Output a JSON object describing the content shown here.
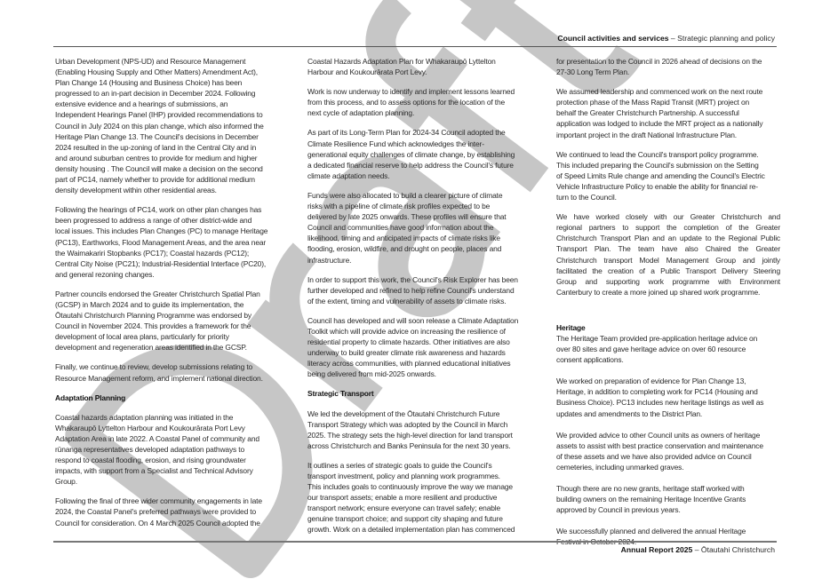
{
  "header": {
    "section": "Council activities and services",
    "separator": " – ",
    "subsection": "Strategic planning and policy"
  },
  "footer": {
    "report": "Annual Report 2025",
    "separator": " – ",
    "place": "Ōtautahi Christchurch"
  },
  "watermark": "Draft",
  "columns": [
    [
      {
        "type": "p",
        "lines": [
          "Urban Development (NPS-UD) and Resource Management",
          "(Enabling Housing Supply and Other Matters) Amendment Act),",
          "Plan Change 14 (Housing and Business Choice) has been",
          "progressed to an in-part decision in December 2024. Following",
          "extensive evidence and a hearings of submissions, an",
          "Independent Hearings Panel (IHP) provided recommendations to",
          "Council in July 2024 on this plan change, which also informed the",
          "Heritage Plan Change 13. The Council's decisions in December",
          "2024 resulted in the up-zoning of land in the Central City and in",
          "and around suburban centres to provide for medium and higher",
          "density housing . The Council will make a decision on the second",
          "part of PC14, namely whether to provide for additional medium",
          "density development within other residential areas."
        ]
      },
      {
        "type": "p",
        "lines": [
          "Following the hearings of PC14, work on other plan changes has",
          "been progressed to address a range of other district-wide and",
          "local issues. This includes Plan Changes (PC) to manage Heritage",
          "(PC13), Earthworks, Flood Management Areas, and the area near",
          "the Waimakariri Stopbanks (PC17); Coastal hazards (PC12);",
          "Central City Noise (PC21); Industrial-Residential Interface (PC20),",
          "and general rezoning changes."
        ]
      },
      {
        "type": "p",
        "lines": [
          "Partner councils endorsed the Greater Christchurch Spatial Plan",
          "(GCSP) in March 2024 and to guide its implementation, the",
          "Ōtautahi Christchurch Planning Programme was endorsed by",
          "Council in November 2024. This provides a framework for the",
          "development of local area plans, particularly for priority",
          "development and regeneration areas identified in the GCSP."
        ]
      },
      {
        "type": "p",
        "lines": [
          "Finally, we continue to review, develop submissions relating to",
          "Resource Management reform, and implement national direction."
        ]
      },
      {
        "type": "h",
        "text": "Adaptation Planning"
      },
      {
        "type": "p",
        "lines": [
          "Coastal hazards adaptation planning was initiated in the",
          "Whakaraupō Lyttelton Harbour and Koukourārata Port Levy",
          "Adaptation Area in late 2022. A Coastal Panel of community and",
          "rūnanga representatives developed adaptation pathways to",
          "respond to coastal flooding, erosion, and rising groundwater",
          "impacts, with support from a Specialist and Technical Advisory",
          "Group."
        ]
      },
      {
        "type": "p",
        "lines": [
          "Following the final of three wider community engagements in late",
          "2024, the Coastal Panel's preferred pathways were provided to",
          "Council for consideration. On 4 March 2025 Council adopted the"
        ]
      }
    ],
    [
      {
        "type": "p",
        "lines": [
          "Coastal Hazards Adaptation Plan for Whakaraupō Lyttelton",
          "Harbour and Koukourārata Port Levy."
        ]
      },
      {
        "type": "p",
        "lines": [
          "Work is now underway to identify and implement lessons learned",
          "from this process, and to assess options for the location of the",
          "next cycle of adaptation planning."
        ]
      },
      {
        "type": "p",
        "lines": [
          "As part of its Long-Term Plan for 2024-34 Council adopted the",
          "Climate Resilience Fund which acknowledges the inter-",
          "generational equity challenges of climate change, by establishing",
          "a dedicated financial reserve to help address the Council's future",
          "climate adaptation needs."
        ]
      },
      {
        "type": "p",
        "lines": [
          "Funds were also allocated to build a clearer picture of climate",
          "risks with a pipeline of climate risk profiles expected to be",
          "delivered by late 2025 onwards. These profiles will ensure that",
          "Council and communities have good information about the",
          "likelihood, timing and anticipated impacts of climate risks like",
          "flooding, erosion, wildfire, and drought on people, places and",
          "infrastructure."
        ]
      },
      {
        "type": "p",
        "lines": [
          "In order to support this work, the Council's Risk Explorer has been",
          "further developed and refined to help refine Council's understand",
          "of the extent, timing and vulnerability of assets to climate risks."
        ]
      },
      {
        "type": "p",
        "lines": [
          "Council has developed and will soon release a Climate Adaptation",
          "Toolkit which will provide advice on increasing the resilience of",
          "residential property to climate hazards. Other initiatives are also",
          "underway to build greater climate risk awareness and hazards",
          "literacy across communities, with planned educational initiatives",
          "being delivered from mid-2025 onwards."
        ]
      },
      {
        "type": "h",
        "text": "Strategic Transport"
      },
      {
        "type": "p",
        "lines": [
          "We led the development of the Ōtautahi Christchurch Future",
          "Transport Strategy which was adopted by the Council in March",
          "2025. The strategy sets the high-level direction for land transport",
          "across Christchurch and Banks Peninsula for the next 30 years."
        ]
      },
      {
        "type": "p",
        "lines": [
          "It outlines a series of strategic goals to guide the Council's",
          "transport investment, policy and planning work programmes.",
          "This includes goals to continuously improve the way we manage",
          "our transport assets; enable a more resilient and productive",
          "transport network; ensure everyone can travel safely; enable",
          "genuine transport choice; and support city shaping and future",
          "growth. Work on a detailed implementation plan has commenced"
        ]
      }
    ],
    [
      {
        "type": "p",
        "lines": [
          "for presentation to the Council in 2026 ahead of decisions on the",
          "27-30 Long Term Plan."
        ]
      },
      {
        "type": "p",
        "lines": [
          "We assumed leadership and commenced work on the next route",
          "protection phase of the Mass Rapid Transit (MRT) project on",
          "behalf the Greater Christchurch Partnership. A successful",
          "application was lodged to include the MRT project as a nationally",
          "important project in the draft National Infrastructure Plan."
        ]
      },
      {
        "type": "p",
        "lines": [
          "We continued to lead the Council's transport policy programme.",
          "This included preparing the Council's submission on the Setting",
          "of Speed Limits Rule change and amending the Council's Electric",
          "Vehicle Infrastructure Policy to enable the ability for financial re-",
          "turn to the Council."
        ]
      },
      {
        "type": "pj",
        "lines": [
          "We have worked closely with our Greater Christchurch and",
          "regional partners to support the completion of the Greater",
          "Christchurch Transport Plan and an update to the Regional Public",
          "Transport Plan. The team have also Chaired the Greater",
          "Christchurch transport Model Management Group and jointly",
          "facilitated the creation of a Public Transport Delivery Steering",
          "Group and supporting work programme with Environment",
          "Canterbury to create a more joined up shared work programme."
        ]
      },
      {
        "type": "gap"
      },
      {
        "type": "ht",
        "text": "Heritage"
      },
      {
        "type": "ps",
        "lines": [
          "The Heritage Team provided pre-application heritage advice on",
          "over 80 sites and gave heritage advice on over 60 resource",
          "consent applications."
        ]
      },
      {
        "type": "ps",
        "lines": [
          "We worked on preparation of evidence for Plan Change 13,",
          "Heritage, in addition to completing work for PC14 (Housing and",
          "Business Choice). PC13 includes new heritage listings as well as",
          "updates and amendments to the District Plan."
        ]
      },
      {
        "type": "ps",
        "lines": [
          "We provided advice to other Council units as owners of heritage",
          "assets to assist with best practice conservation and maintenance",
          "of these assets and we have also provided advice on Council",
          "cemeteries, including unmarked graves."
        ]
      },
      {
        "type": "ps",
        "lines": [
          "Though there are no new grants, heritage staff worked with",
          "building owners on the remaining Heritage Incentive Grants",
          "approved by Council in previous years."
        ]
      },
      {
        "type": "ps",
        "lines": [
          "We successfully planned and delivered the annual Heritage",
          "Festival in October 2024."
        ]
      }
    ]
  ]
}
